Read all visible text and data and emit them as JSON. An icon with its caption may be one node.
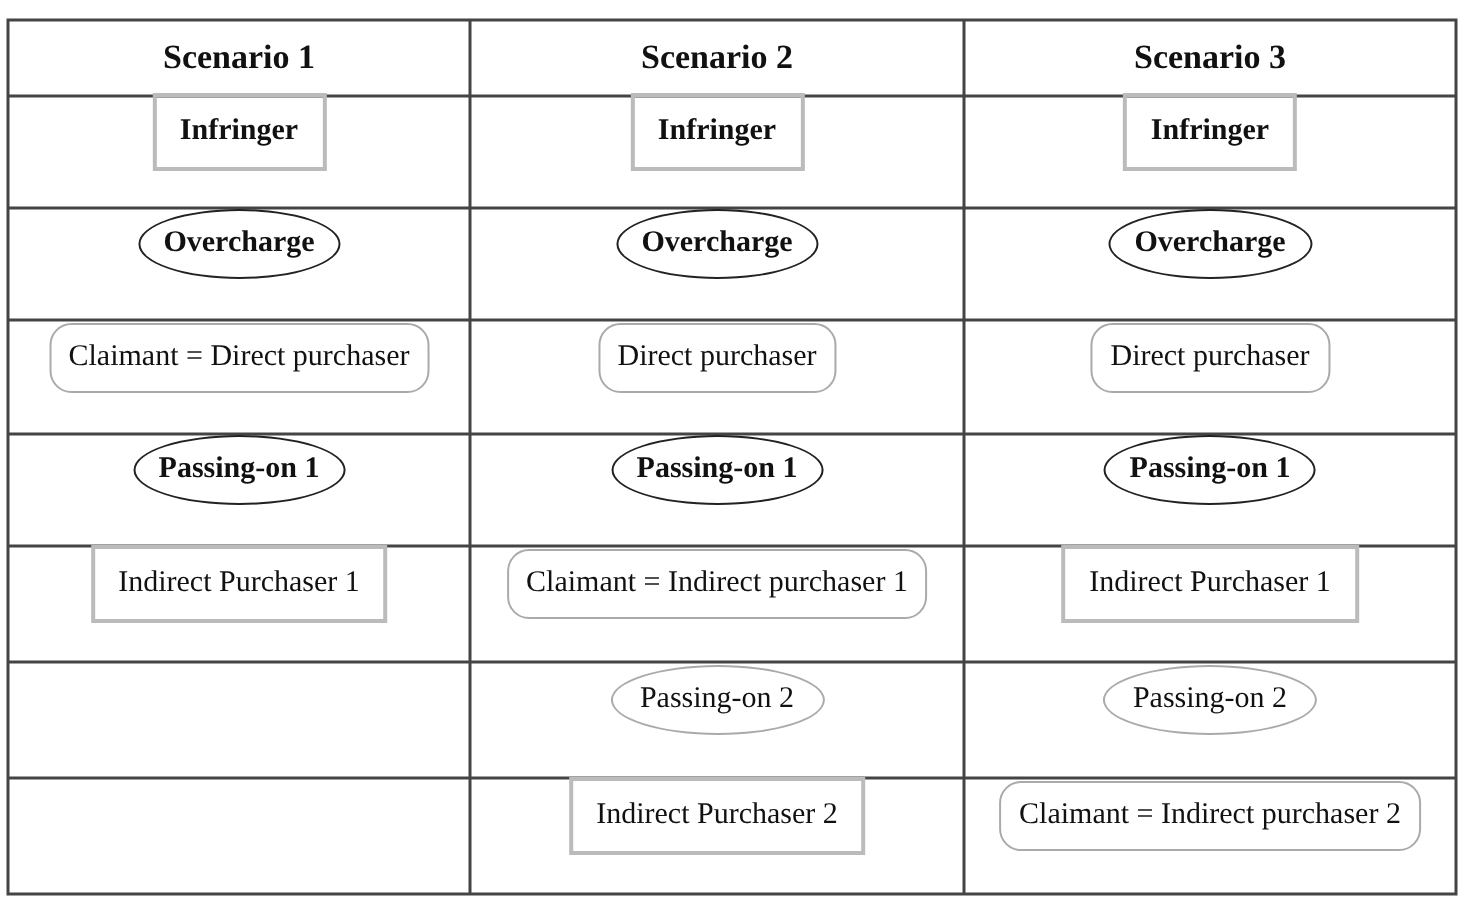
{
  "diagram": {
    "nodes": [
      {
        "text": [
          "Scenario 1"
        ]
      },
      {
        "text": [
          "Infringer"
        ],
        "in": 0
      },
      {
        "text": [
          "Overcharge"
        ],
        "in": 0
      },
      {
        "text": [
          "Claimant = Direct purchaser"
        ],
        "in": 0
      },
      {
        "text": [
          "Passing-on 1"
        ],
        "in": 0
      },
      {
        "text": [
          "Indirect Purchaser 1"
        ],
        "in": 0
      },
      {
        "text": [
          "Scenario 2"
        ]
      },
      {
        "text": [
          "Infringer"
        ],
        "in": 6
      },
      {
        "text": [
          "Overcharge"
        ],
        "in": 6
      },
      {
        "text": [
          "Direct purchaser"
        ],
        "in": 6
      },
      {
        "text": [
          "Passing-on 1"
        ],
        "in": 6
      },
      {
        "text": [
          "Claimant = Indirect purchaser 1"
        ],
        "in": 6
      },
      {
        "text": [
          "Passing-on 2"
        ],
        "in": 6
      },
      {
        "text": [
          "Indirect Purchaser 2"
        ],
        "in": 6
      },
      {
        "text": [
          "Scenario 3"
        ]
      },
      {
        "text": [
          "Infringer"
        ],
        "in": 14
      },
      {
        "text": [
          "Overcharge"
        ],
        "in": 14
      },
      {
        "text": [
          "Direct purchaser"
        ],
        "in": 14
      },
      {
        "text": [
          "Passing-on 1"
        ],
        "in": 14
      },
      {
        "text": [
          "Indirect Purchaser 1"
        ],
        "in": 14
      },
      {
        "text": [
          "Passing-on 2"
        ],
        "in": 14
      },
      {
        "text": [
          "Claimant = Indirect purchaser 2"
        ],
        "in": 14
      }
    ]
  }
}
